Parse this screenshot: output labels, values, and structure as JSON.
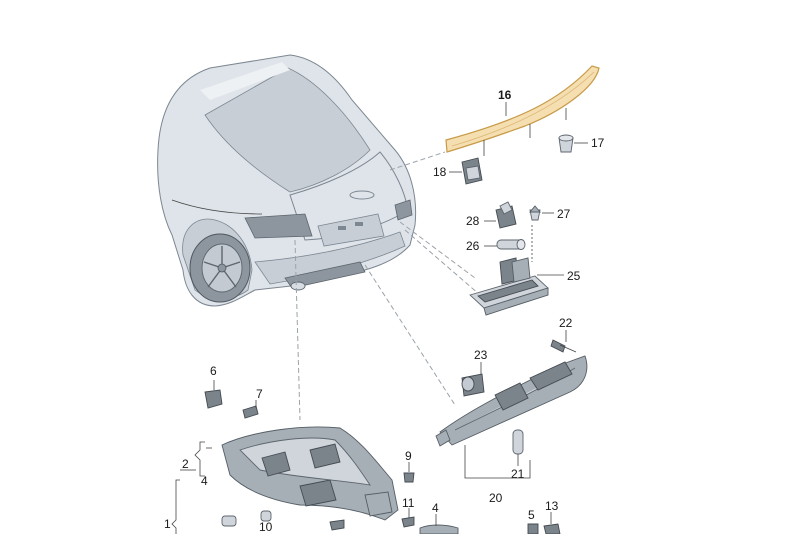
{
  "callouts": {
    "c1": "1",
    "c2": "2",
    "c4a": "4",
    "c4b": "4",
    "c5": "5",
    "c6": "6",
    "c7": "7",
    "c9": "9",
    "c10": "10",
    "c11": "11",
    "c13": "13",
    "c16": "16",
    "c17": "17",
    "c18": "18",
    "c20": "20",
    "c21": "21",
    "c22": "22",
    "c23": "23",
    "c25": "25",
    "c26": "26",
    "c27": "27",
    "c28": "28"
  },
  "colors": {
    "highlight_fill": "#f5deb0",
    "highlight_stroke": "#c79a47",
    "part_gray": "#a6aeb6",
    "car_body": "#dfe4ea"
  }
}
